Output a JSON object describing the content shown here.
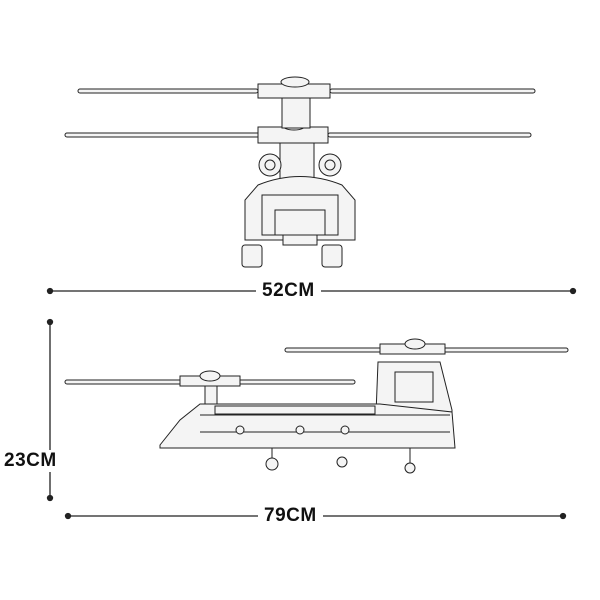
{
  "dimensions": {
    "width": "52CM",
    "height": "23CM",
    "length": "79CM"
  },
  "colors": {
    "line": "#222222",
    "fill": "#f4f4f4"
  }
}
